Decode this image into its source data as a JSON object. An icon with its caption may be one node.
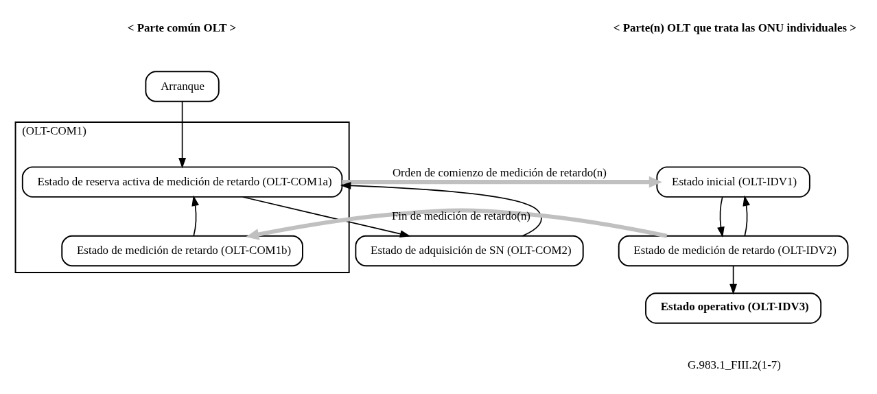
{
  "diagram": {
    "nodes": [
      {
        "text": [
          "Arranque"
        ]
      },
      {
        "text": [
          "(OLT-COM1)"
        ]
      },
      {
        "text": [
          "Estado de reserva activa de medición de retardo (OLT-COM1a)"
        ],
        "in": 1
      },
      {
        "text": [
          "Estado de medición de retardo (OLT-COM1b)"
        ],
        "in": 1
      },
      {
        "text": [
          "Estado de adquisición de SN (OLT-COM2)"
        ]
      },
      {
        "text": [
          "Estado inicial (OLT-IDV1)"
        ]
      },
      {
        "text": [
          "Estado de medición de retardo (OLT-IDV2)"
        ]
      },
      {
        "text": [
          "Estado operativo (OLT-IDV3)"
        ]
      }
    ],
    "edges": [
      {
        "from": 0,
        "to": 2,
        "arrow": "to"
      },
      {
        "from": 3,
        "to": 2,
        "arrow": "to"
      },
      {
        "from": 2,
        "to": 4,
        "arrow": "to"
      },
      {
        "from": 4,
        "to": 2,
        "arrow": "to"
      },
      {
        "from": 2,
        "to": 5,
        "arrow": "to",
        "label": "Orden de comienzo de medición de retardo(n)",
        "style": "thick",
        "color": "#c0c0c0"
      },
      {
        "from": 6,
        "to": 3,
        "arrow": "to",
        "label": "Fin de medición de retardo(n)",
        "style": "thick",
        "color": "#c0c0c0"
      },
      {
        "from": 5,
        "to": 6,
        "arrow": "to"
      },
      {
        "from": 6,
        "to": 5,
        "arrow": "to"
      },
      {
        "from": 6,
        "to": 7,
        "arrow": "to"
      }
    ],
    "labels": [
      "< Parte común OLT >",
      "< Parte(n) OLT que trata las ONU individuales >",
      "G.983.1_FIII.2(1-7)"
    ]
  }
}
